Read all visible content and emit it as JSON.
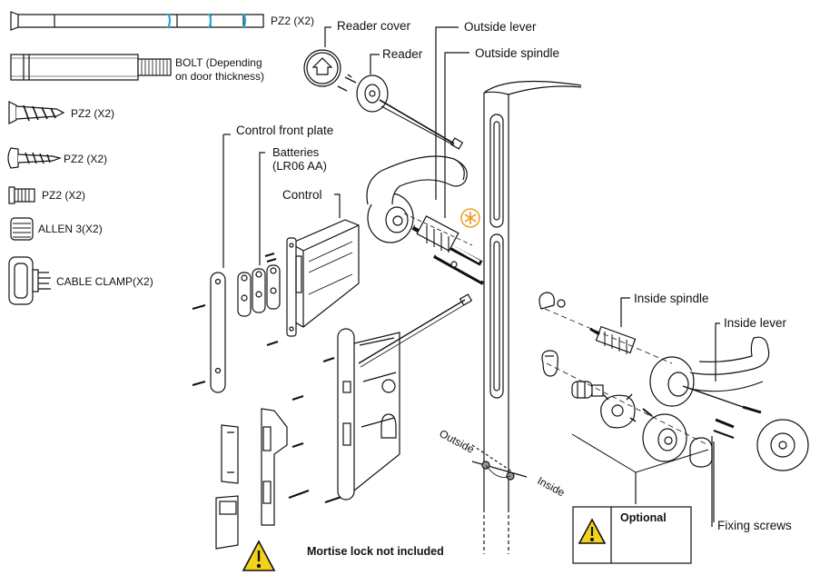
{
  "parts_list": [
    {
      "label": "PZ2 (X2)"
    },
    {
      "label": "BOLT (Depending\non door thickness)"
    },
    {
      "label": "PZ2 (X2)"
    },
    {
      "label": "PZ2 (X2)"
    },
    {
      "label": "PZ2 (X2)"
    },
    {
      "label": "ALLEN 3(X2)"
    },
    {
      "label": "CABLE CLAMP(X2)"
    }
  ],
  "callouts": {
    "reader_cover": "Reader cover",
    "reader": "Reader",
    "outside_lever": "Outside lever",
    "outside_spindle": "Outside spindle",
    "control_front_plate": "Control front plate",
    "batteries": "Batteries\n(LR06 AA)",
    "control": "Control",
    "inside_spindle": "Inside spindle",
    "inside_lever": "Inside lever",
    "fixing_screws": "Fixing screws",
    "outside_side": "Outside",
    "inside_side": "Inside"
  },
  "notes": {
    "optional": "Optional",
    "mortise": "Mortise lock not included"
  },
  "colors": {
    "line": "#111111",
    "accent_blue": "#2aa7d8",
    "marker_orange": "#f0a030",
    "warning_yellow": "#f2d21b"
  },
  "icons": [
    "warning-icon",
    "asterisk-marker-icon"
  ]
}
